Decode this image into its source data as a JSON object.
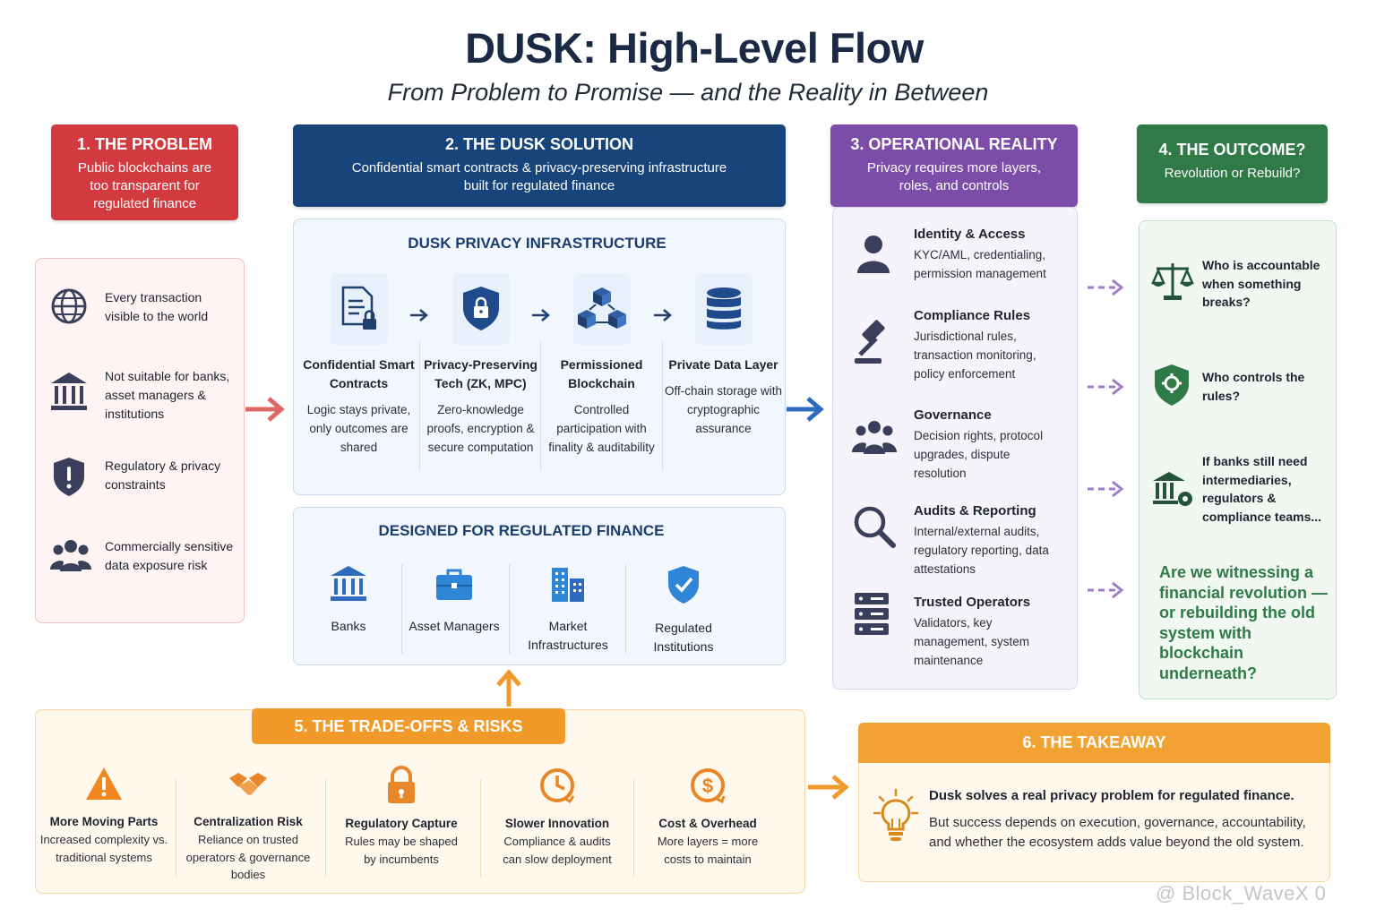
{
  "header": {
    "title": "DUSK: High-Level Flow",
    "subtitle": "From Problem to Promise — and the Reality in Between"
  },
  "problem": {
    "title": "1. THE PROBLEM",
    "subtitle": "Public blockchains are too transparent for regulated finance",
    "items": [
      {
        "icon": "globe-icon",
        "text": "Every transaction visible to the world"
      },
      {
        "icon": "bank-icon",
        "text": "Not suitable for banks, asset managers & institutions"
      },
      {
        "icon": "shield-icon",
        "text": "Regulatory & privacy constraints"
      },
      {
        "icon": "people-icon",
        "text": "Commercially sensitive data exposure risk"
      }
    ]
  },
  "solution": {
    "title": "2. THE DUSK SOLUTION",
    "subtitle": "Confidential smart contracts & privacy-preserving infrastructure built for regulated finance",
    "infra_title": "DUSK PRIVACY INFRASTRUCTURE",
    "infra": [
      {
        "icon": "document-lock-icon",
        "name": "Confidential Smart Contracts",
        "desc": "Logic stays private, only outcomes are shared"
      },
      {
        "icon": "shield-lock-icon",
        "name": "Privacy-Preserving Tech (ZK, MPC)",
        "desc": "Zero-knowledge proofs, encryption & secure computation"
      },
      {
        "icon": "cubes-icon",
        "name": "Permissioned Blockchain",
        "desc": "Controlled participation with finality & auditability"
      },
      {
        "icon": "database-icon",
        "name": "Private Data Layer",
        "desc": "Off-chain storage with cryptographic assurance"
      }
    ],
    "regfin_title": "DESIGNED FOR REGULATED FINANCE",
    "regfin": [
      {
        "icon": "bank-icon",
        "label": "Banks"
      },
      {
        "icon": "briefcase-icon",
        "label": "Asset Managers"
      },
      {
        "icon": "buildings-icon",
        "label": "Market Infrastructures"
      },
      {
        "icon": "shield-check-icon",
        "label": "Regulated Institutions"
      }
    ]
  },
  "operations": {
    "title": "3. OPERATIONAL REALITY",
    "subtitle": "Privacy requires more layers, roles, and controls",
    "items": [
      {
        "icon": "user-icon",
        "title": "Identity & Access",
        "desc": "KYC/AML, credentialing, permission management"
      },
      {
        "icon": "gavel-icon",
        "title": "Compliance Rules",
        "desc": "Jurisdictional rules, transaction monitoring, policy enforcement"
      },
      {
        "icon": "group-icon",
        "title": "Governance",
        "desc": "Decision rights, protocol upgrades, dispute resolution"
      },
      {
        "icon": "magnifier-icon",
        "title": "Audits & Reporting",
        "desc": "Internal/external audits, regulatory reporting, data attestations"
      },
      {
        "icon": "server-icon",
        "title": "Trusted Operators",
        "desc": "Validators, key management, system maintenance"
      }
    ]
  },
  "outcome": {
    "title": "4. THE OUTCOME?",
    "subtitle": "Revolution or Rebuild?",
    "items": [
      {
        "icon": "scales-icon",
        "text": "Who is accountable when something breaks?"
      },
      {
        "icon": "shield-gear-icon",
        "text": "Who controls the rules?"
      },
      {
        "icon": "bank-gear-icon",
        "text": "If banks still need intermediaries, regulators & compliance teams..."
      }
    ],
    "question": "Are we witnessing a financial revolution — or rebuilding the old system with blockchain underneath?"
  },
  "tradeoffs": {
    "title": "5. THE TRADE-OFFS & RISKS",
    "items": [
      {
        "icon": "warning-icon",
        "title": "More Moving Parts",
        "desc": "Increased complexity vs. traditional systems"
      },
      {
        "icon": "handshake-icon",
        "title": "Centralization Risk",
        "desc": "Reliance on trusted operators & governance bodies"
      },
      {
        "icon": "padlock-icon",
        "title": "Regulatory Capture",
        "desc": "Rules may be shaped by incumbents"
      },
      {
        "icon": "clock-icon",
        "title": "Slower Innovation",
        "desc": "Compliance & audits can slow deployment"
      },
      {
        "icon": "dollar-icon",
        "title": "Cost & Overhead",
        "desc": "More layers = more costs to maintain"
      }
    ]
  },
  "takeaway": {
    "title": "6. THE TAKEAWAY",
    "icon": "lightbulb-icon",
    "bold": "Dusk solves a real privacy problem for regulated finance.",
    "body": "But success depends on execution, governance, accountability, and whether the ecosystem adds value beyond the old system."
  },
  "watermark": "@ Block_WaveX 0",
  "colors": {
    "problem": "#d23a3f",
    "solution": "#17447a",
    "operations": "#7b4da8",
    "outcome": "#2f7a46",
    "tradeoffs": "#f19a2a",
    "takeaway": "#f2a233"
  }
}
